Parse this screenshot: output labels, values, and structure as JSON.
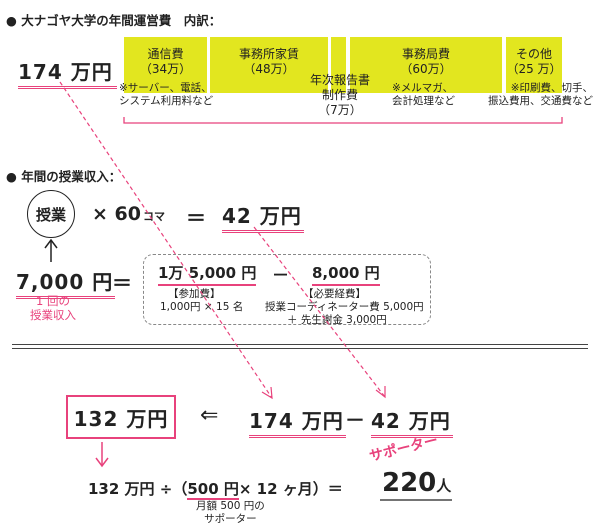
{
  "section1": {
    "title": "大ナゴヤ大学の年間運営費　内訳：",
    "total": "174 万円",
    "segments": [
      {
        "name": "通信費",
        "amount": "（34万）"
      },
      {
        "name": "事務所家賃",
        "amount": "（48万）"
      },
      {
        "name": "年次報告書",
        "name2": "制作費",
        "amount": "（7万）"
      },
      {
        "name": "事務局費",
        "amount": "（60万）"
      },
      {
        "name": "その他",
        "amount": "（25 万）"
      }
    ],
    "notes": {
      "communication": "※サーバー、電話、",
      "communication2": "システム利用料など",
      "office": "※メルマガ、",
      "office2": "会計処理など",
      "other": "※印刷費、切手、",
      "other2": "振込費用、交通費など"
    }
  },
  "section2": {
    "title": "年間の授業収入：",
    "class_circle": "授業",
    "times": "× 60",
    "times_unit": "コマ",
    "equals": "＝",
    "result": "42 万円",
    "per_class": "7,000 円",
    "per_class_label1": "1 回の",
    "per_class_label2": "授業収入",
    "eq2": "＝",
    "fee_total": "1万 5,000 円",
    "minus": "－",
    "cost_total": "8,000 円",
    "fee_head": "【参加費】",
    "fee_detail": "1,000円 × 15 名",
    "cost_head": "【必要経費】",
    "cost_detail1": "授業コーディネーター費 5,000円",
    "cost_detail2": "＋ 先生謝金 3,000円"
  },
  "section3": {
    "result": "132 万円",
    "arrow": "⇐",
    "total": "174 万円",
    "minus": "－",
    "income": "42 万円",
    "calc_left": "132 万円 ÷（",
    "calc_500": "500 円",
    "calc_mid": "× 12 ヶ月）＝",
    "supporters_count": "220",
    "supporters_unit": "人",
    "supporters_label": "サポーター",
    "monthly_label1": "月額 500 円の",
    "monthly_label2": "サポーター"
  },
  "colors": {
    "accent_pink": "#e8427c",
    "bar_yellow": "#e2e61f"
  }
}
